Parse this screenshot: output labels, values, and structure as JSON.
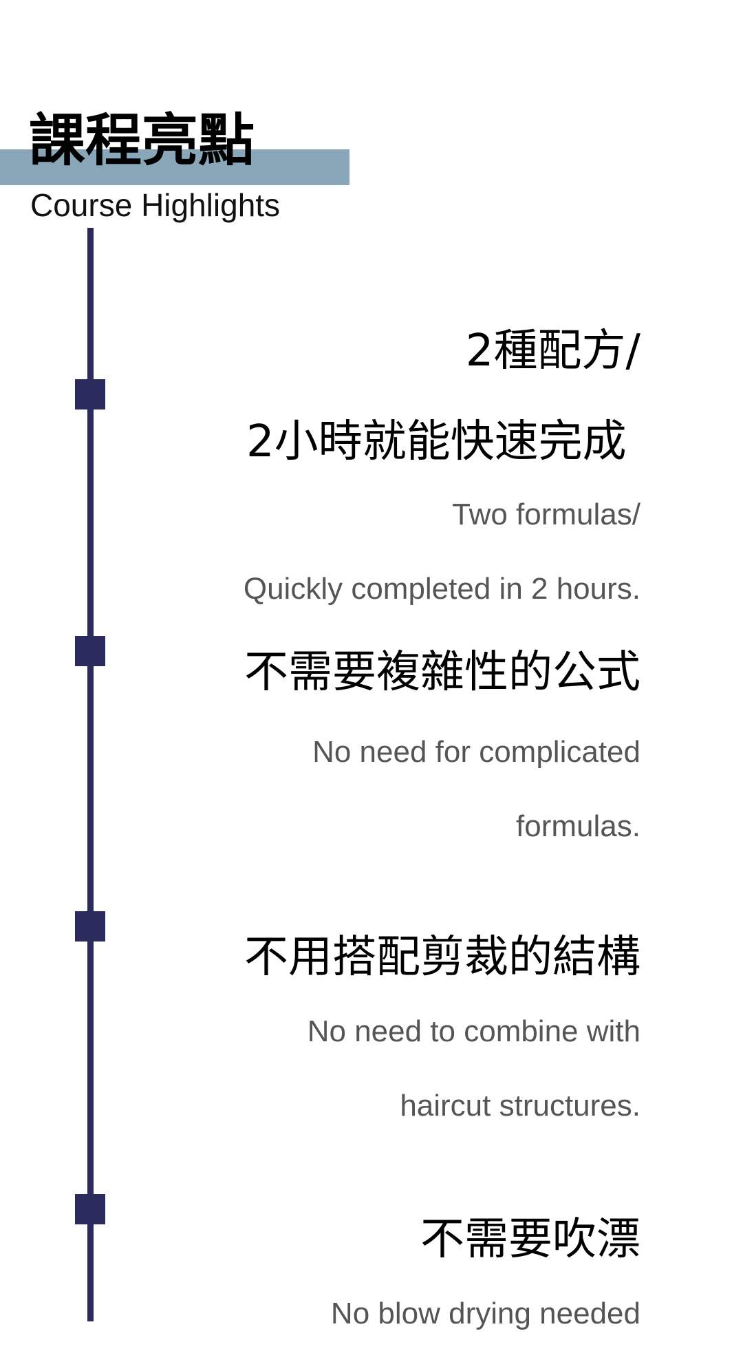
{
  "header": {
    "title": "課程亮點",
    "subtitle": "Course Highlights"
  },
  "items": [
    {
      "zh": [
        "2種配方/",
        "2小時就能快速完成 "
      ],
      "en": [
        "Two formulas/",
        "Quickly completed in 2 hours."
      ]
    },
    {
      "zh": [
        "不需要複雜性的公式"
      ],
      "en": [
        "No need for complicated",
        "formulas."
      ]
    },
    {
      "zh": [
        "不用搭配剪裁的結構"
      ],
      "en": [
        "No need to combine with",
        "haircut structures."
      ]
    },
    {
      "zh": [
        "不需要吹漂"
      ],
      "en": [
        "No blow drying needed"
      ]
    }
  ],
  "colors": {
    "accent_bar": "#8aa7b9",
    "timeline": "#2b2a5c"
  }
}
